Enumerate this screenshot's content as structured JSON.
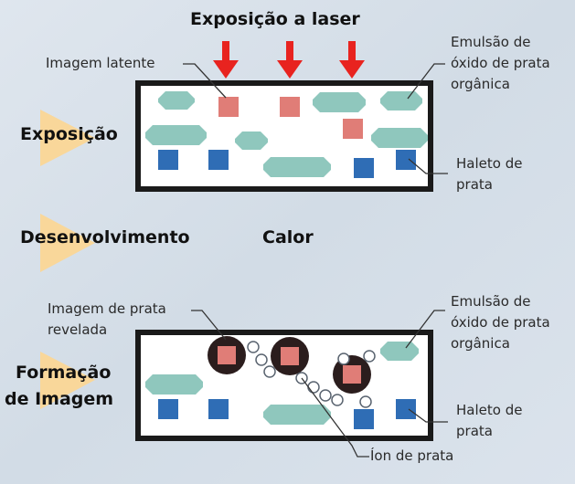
{
  "title": "Exposição a laser",
  "steps": {
    "exposure": "Exposição",
    "development": "Desenvolvimento",
    "heat": "Calor",
    "formation_line1": "Formação",
    "formation_line2": "de Imagem"
  },
  "labels": {
    "latent_image": "Imagem latente",
    "emulsion_top_l1": "Emulsão de",
    "emulsion_top_l2": "óxido de prata",
    "emulsion_top_l3": "orgânica",
    "halide_top_l1": "Haleto de",
    "halide_top_l2": "prata",
    "developed_l1": "Imagem de prata",
    "developed_l2": "revelada",
    "emulsion_bottom_l1": "Emulsão de",
    "emulsion_bottom_l2": "óxido de prata",
    "emulsion_bottom_l3": "orgânica",
    "halide_bottom_l1": "Haleto de",
    "halide_bottom_l2": "prata",
    "silver_ion": "Íon de prata"
  },
  "colors": {
    "emulsion": "#8fc7bd",
    "latent": "#e07d77",
    "halide": "#2f6db5",
    "arrow": "#e8231f",
    "step_triangle": "#f9d79a",
    "border": "#1a1a1a",
    "developed_disc": "#2b1d1d"
  }
}
